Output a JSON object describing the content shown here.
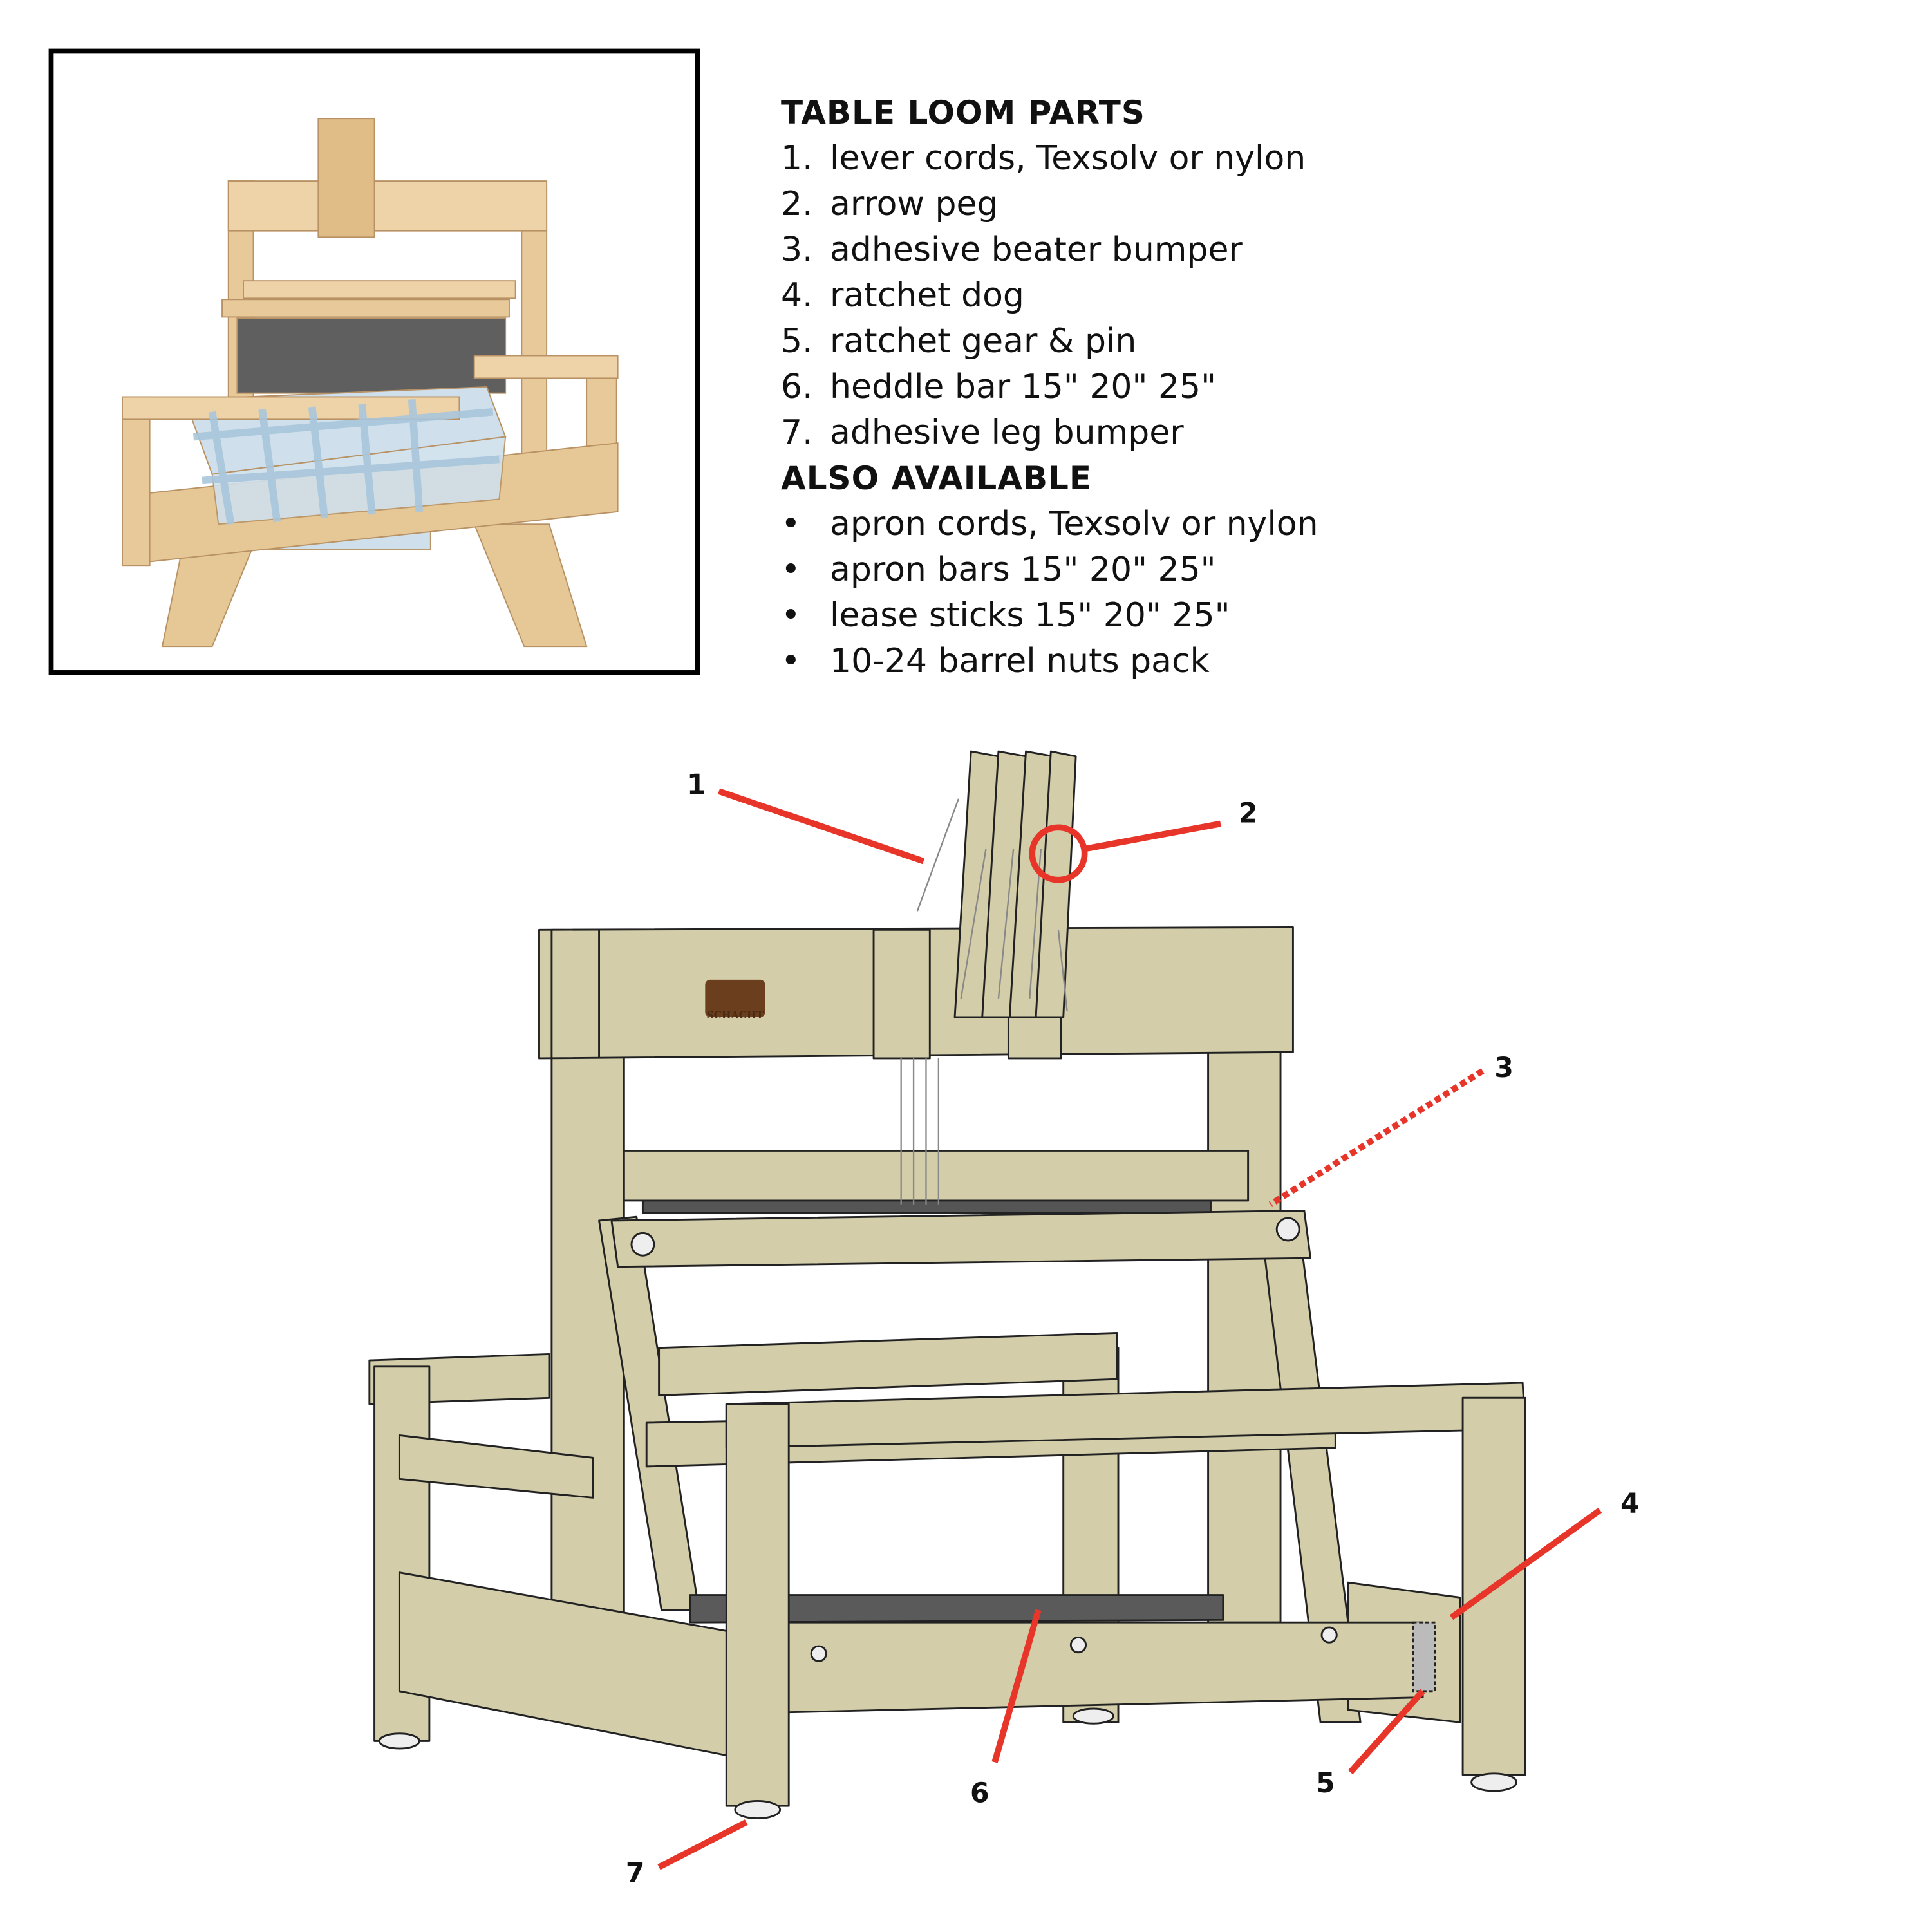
{
  "parts_heading": "TABLE LOOM PARTS",
  "parts": [
    {
      "num": "1.",
      "label": "lever cords, Texsolv or nylon"
    },
    {
      "num": "2.",
      "label": "arrow peg"
    },
    {
      "num": "3.",
      "label": "adhesive beater bumper"
    },
    {
      "num": "4.",
      "label": "ratchet dog"
    },
    {
      "num": "5.",
      "label": "ratchet gear & pin"
    },
    {
      "num": "6.",
      "label": "heddle bar 15\" 20\" 25\""
    },
    {
      "num": "7.",
      "label": "adhesive leg bumper"
    }
  ],
  "also_heading": "ALSO AVAILABLE",
  "also": [
    {
      "bullet": "•",
      "label": "apron cords, Texsolv or nylon"
    },
    {
      "bullet": "•",
      "label": "apron bars 15\" 20\" 25\""
    },
    {
      "bullet": "•",
      "label": "lease sticks 15\" 20\" 25\""
    },
    {
      "bullet": "•",
      "label": "10-24 barrel nuts pack"
    }
  ],
  "callouts": [
    "1",
    "2",
    "3",
    "4",
    "5",
    "6",
    "7"
  ],
  "logo_text": "SCHACHT",
  "colors": {
    "callout": "#e8352a",
    "wood": "#d3cdaa",
    "photo_wood": "#e8c99a",
    "cloth_blue": "#a9c6dc",
    "heddle_dark": "#5a5a5a"
  }
}
